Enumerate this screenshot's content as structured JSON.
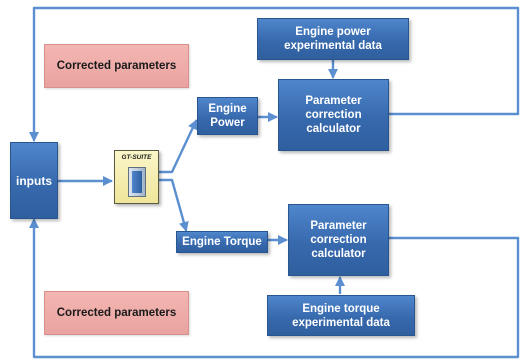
{
  "diagram": {
    "nodes": {
      "inputs": {
        "label": "inputs"
      },
      "gt_suite": {
        "label": "GT-SUITE"
      },
      "engine_power": {
        "label": "Engine\nPower"
      },
      "engine_torque": {
        "label": "Engine Torque"
      },
      "calc_top": {
        "label": "Parameter\ncorrection\ncalculator"
      },
      "calc_bottom": {
        "label": "Parameter\ncorrection\ncalculator"
      },
      "exp_power": {
        "label": "Engine power\nexperimental data"
      },
      "exp_torque": {
        "label": "Engine torque\nexperimental data"
      }
    },
    "notes": {
      "corrected_top": "Corrected parameters",
      "corrected_bottom": "Corrected parameters"
    },
    "colors": {
      "box_fill": "#3d74bb",
      "arrow": "#5b8fd0",
      "note_fill": "#eaa9a6"
    }
  }
}
